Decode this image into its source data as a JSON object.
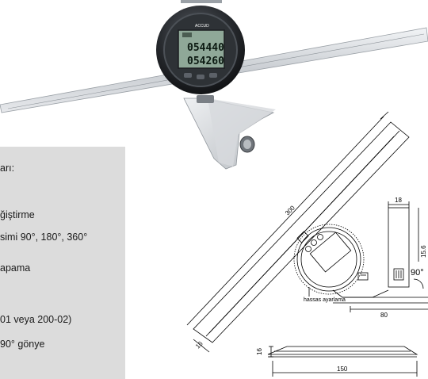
{
  "feature_panel": {
    "lines": [
      "arı:",
      "ğiştirme",
      "simi  90°, 180°, 360°",
      "apama",
      "01 veya 200-02)",
      "90° gönye"
    ]
  },
  "device_display": {
    "brand": "ACCUD",
    "row1": "054440",
    "row2": "054260"
  },
  "drawing": {
    "dim_blade_length": "300",
    "dim_blade_width": "16",
    "dim_square_top": "18",
    "dim_square_height": "15.6",
    "angle_label": "90°",
    "dim_square_arm": "80",
    "fine_adjust_label": "hassas ayarlama",
    "dim_bottom_height": "16",
    "dim_bottom_length": "150"
  }
}
